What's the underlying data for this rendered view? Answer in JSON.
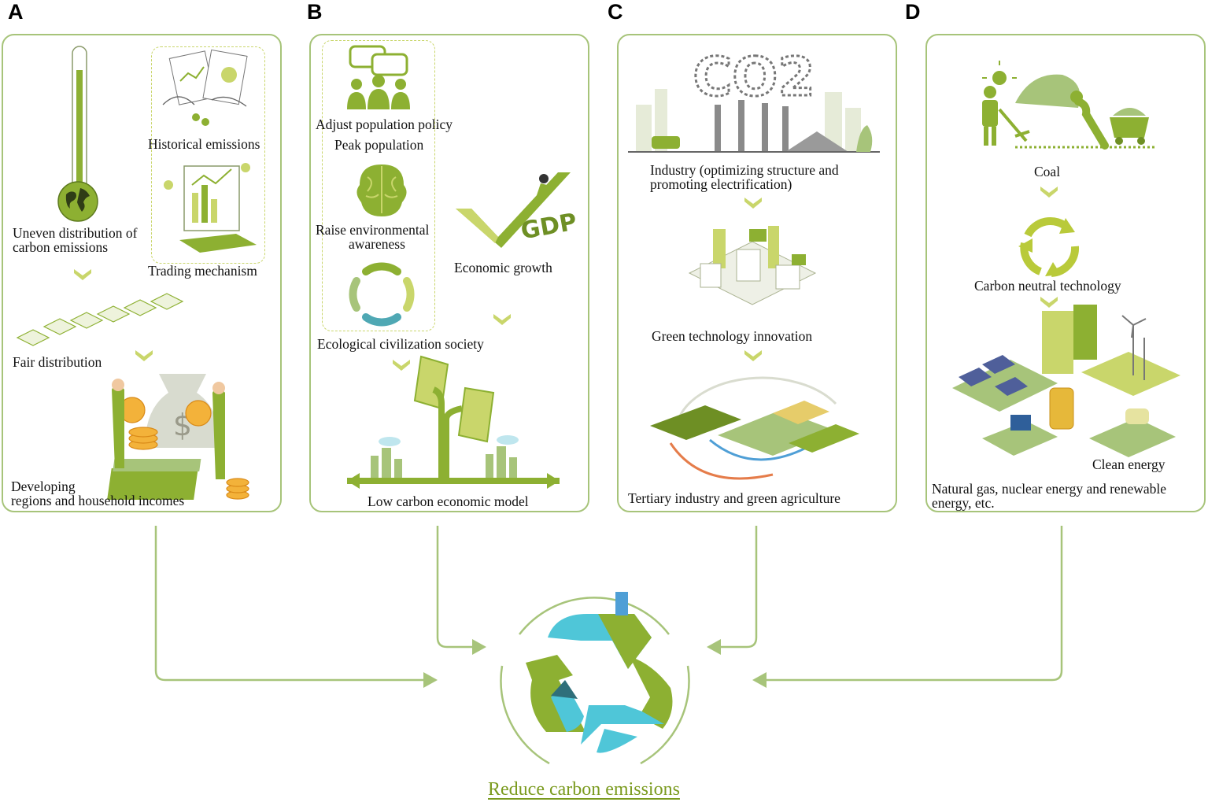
{
  "colors": {
    "panel_border": "#a7c47a",
    "accent": "#8db032",
    "accent_dark": "#6e8f24",
    "water": "#4fc6d8",
    "final_text": "#7a9a1e"
  },
  "panels": {
    "A": {
      "letter": "A",
      "labels": {
        "historical": "Historical emissions",
        "uneven_1": "Uneven distribution of",
        "uneven_2": "carbon emissions",
        "trading": "Trading mechanism",
        "fair": "Fair distribution",
        "developing_1": "Developing",
        "developing_2": "regions and household incomes"
      }
    },
    "B": {
      "letter": "B",
      "labels": {
        "adjust": "Adjust population policy",
        "peak": "Peak population",
        "raise_1": "Raise environmental",
        "raise_2": "awareness",
        "economic": "Economic growth",
        "ecological": "Ecological civilization society",
        "low_carbon": "Low carbon economic model",
        "gdp": "GDP"
      }
    },
    "C": {
      "letter": "C",
      "labels": {
        "industry_1": "Industry (optimizing structure and",
        "industry_2": "promoting electrification)",
        "green_tech": "Green technology innovation",
        "tertiary": "Tertiary industry and green agriculture",
        "co2": "CO2"
      }
    },
    "D": {
      "letter": "D",
      "labels": {
        "coal": "Coal",
        "neutral": "Carbon neutral technology",
        "clean": "Clean energy",
        "natural_1": "Natural gas, nuclear energy and renewable",
        "natural_2": "energy, etc."
      }
    }
  },
  "final_label": "Reduce carbon emissions",
  "icons": [
    "thermometer-icon",
    "globe-icon",
    "document-hands-icon",
    "monitor-chart-icon",
    "coins-icon",
    "people-speech-icon",
    "brain-icon",
    "people-circle-icon",
    "gdp-checkmark-icon",
    "solar-arrows-icon",
    "co2-factory-icon",
    "isometric-lab-icon",
    "isometric-farm-icon",
    "coal-miner-icon",
    "recycle-icon",
    "clean-energy-icon",
    "recycle-earth-icon"
  ]
}
